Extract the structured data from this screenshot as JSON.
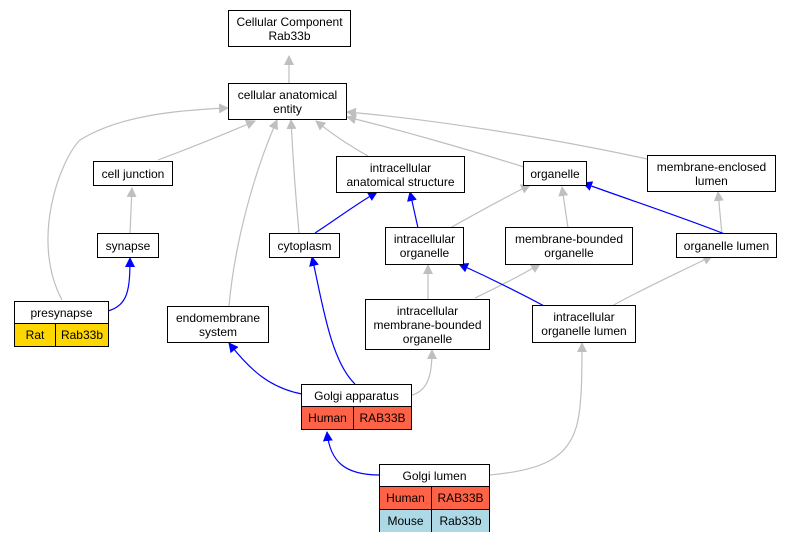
{
  "colors": {
    "gray_edge": "#bfbfbf",
    "blue_edge": "#0000ff",
    "human": "#ff6347",
    "rat": "#ffd700",
    "mouse": "#add8e6"
  },
  "nodes": {
    "cc_root": {
      "line1": "Cellular Component",
      "line2": "Rab33b"
    },
    "cae": {
      "line1": "cellular anatomical",
      "line2": "entity"
    },
    "cell_junction": {
      "label": "cell junction"
    },
    "intracellular_as": {
      "line1": "intracellular",
      "line2": "anatomical structure"
    },
    "organelle": {
      "label": "organelle"
    },
    "membrane_enclosed_lumen": {
      "line1": "membrane-enclosed",
      "line2": "lumen"
    },
    "synapse": {
      "label": "synapse"
    },
    "cytoplasm": {
      "label": "cytoplasm"
    },
    "intracellular_organelle": {
      "line1": "intracellular",
      "line2": "organelle"
    },
    "membrane_bounded_organelle": {
      "line1": "membrane-bounded",
      "line2": "organelle"
    },
    "organelle_lumen": {
      "label": "organelle lumen"
    },
    "endomembrane_system": {
      "line1": "endomembrane",
      "line2": "system"
    },
    "intracellular_mbo": {
      "line1": "intracellular",
      "line2": "membrane-bounded",
      "line3": "organelle"
    },
    "intracellular_organelle_lumen": {
      "line1": "intracellular",
      "line2": "organelle lumen"
    },
    "presynapse": {
      "label": "presynapse",
      "rows": [
        {
          "species": "Rat",
          "gene": "Rab33b"
        }
      ]
    },
    "golgi_apparatus": {
      "label": "Golgi apparatus",
      "rows": [
        {
          "species": "Human",
          "gene": "RAB33B"
        }
      ]
    },
    "golgi_lumen": {
      "label": "Golgi lumen",
      "rows": [
        {
          "species": "Human",
          "gene": "RAB33B"
        },
        {
          "species": "Mouse",
          "gene": "Rab33b"
        }
      ]
    }
  }
}
